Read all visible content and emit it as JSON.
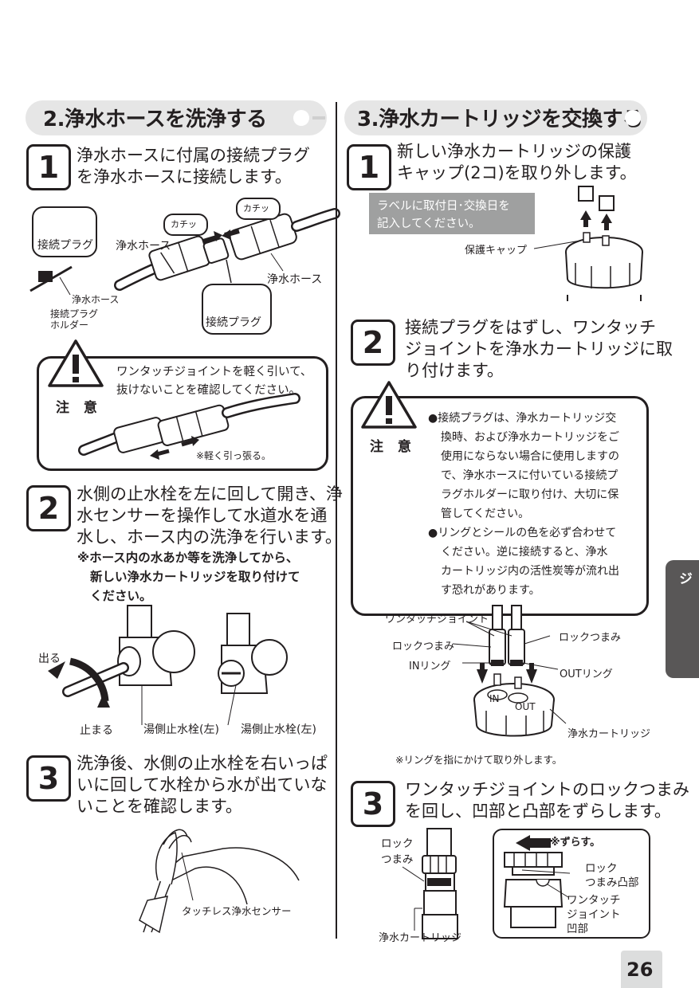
{
  "left": {
    "header": "2.浄水ホースを洗浄する",
    "step1": {
      "num": "1",
      "line1": "浄水ホースに付属の接続プラグ",
      "line2": "を浄水ホースに接続します。"
    },
    "fig1": {
      "kachi1": "カチッ",
      "kachi2": "カチッ",
      "plug_label_1": "接続プラグ",
      "plug_label_2": "接続プラグ",
      "hose_left": "浄水ホース",
      "hose_right": "浄水ホース",
      "holder_hose": "浄水ホース",
      "holder_1": "接続プラグ",
      "holder_2": "ホルダー"
    },
    "caution1": {
      "label": "注 意",
      "line1": "ワンタッチジョイントを軽く引いて、",
      "line2": "抜けないことを確認してください。",
      "pull": "※軽く引っ張る。"
    },
    "step2": {
      "num": "2",
      "line1": "水側の止水栓を左に回して開き、浄",
      "line2": "水センサーを操作して水道水を通",
      "line3": "水し、ホース内の洗浄を行います。"
    },
    "step2_note": {
      "line1": "※ホース内の水あか等を洗浄してから、",
      "line2": "新しい浄水カートリッジを取り付けて",
      "line3": "ください。"
    },
    "fig2": {
      "out": "出る",
      "stop": "止まる",
      "hot1": "湯側止水栓(左)",
      "hot2": "湯側止水栓(左)"
    },
    "step3": {
      "num": "3",
      "line1": "洗浄後、水側の止水栓を右いっぱ",
      "line2": "いに回して水栓から水が出ていな",
      "line3": "いことを確認します。"
    },
    "fig3": {
      "sensor": "タッチレス浄水センサー"
    }
  },
  "right": {
    "header": "3.浄水カートリッジを交換する",
    "step1": {
      "num": "1",
      "line1": "新しい浄水カートリッジの保護",
      "line2": "キャップ(2コ)を取り外します。"
    },
    "graybox": {
      "line1": "ラベルに取付日･交換日を",
      "line2": "記入してください。"
    },
    "fig1": {
      "cap": "保護キャップ"
    },
    "step2": {
      "num": "2",
      "line1": "接続プラグをはずし、ワンタッチ",
      "line2": "ジョイントを浄水カートリッジに取",
      "line3": "り付けます。"
    },
    "caution2": {
      "label": "注 意",
      "lines": [
        "●接続プラグは、浄水カートリッジ交",
        "換時、および浄水カートリッジをご",
        "使用にならない場合に使用しますの",
        "で、浄水ホースに付いている接続プ",
        "ラグホルダーに取り付け、大切に保",
        "管してください。",
        "●リングとシールの色を必ず合わせて",
        "ください。逆に接続すると、浄水",
        "カートリッジ内の活性炭等が流れ出",
        "す恐れがあります。"
      ]
    },
    "fig2": {
      "onetouch": "ワンタッチジョイント",
      "lock_left": "ロックつまみ",
      "lock_right": "ロックつまみ",
      "in_ring": "INリング",
      "out_ring": "OUTリング",
      "in": "IN",
      "out": "OUT",
      "cartridge": "浄水カートリッジ",
      "note": "※リングを指にかけて取り外します。"
    },
    "step3": {
      "num": "3",
      "line1": "ワンタッチジョイントのロックつまみ",
      "line2": "を回し、凹部と凸部をずらします。"
    },
    "fig3": {
      "lock1": "ロック",
      "lock2": "つまみ",
      "cartridge": "浄水カートリッジ",
      "shift": "※ずらす。",
      "convex1": "ロック",
      "convex2": "つまみ凸部",
      "concave1": "ワンタッチ",
      "concave2": "ジョイント",
      "concave3": "凹部"
    }
  },
  "side_tab": "浄水カートリッジ",
  "page_number": "26"
}
